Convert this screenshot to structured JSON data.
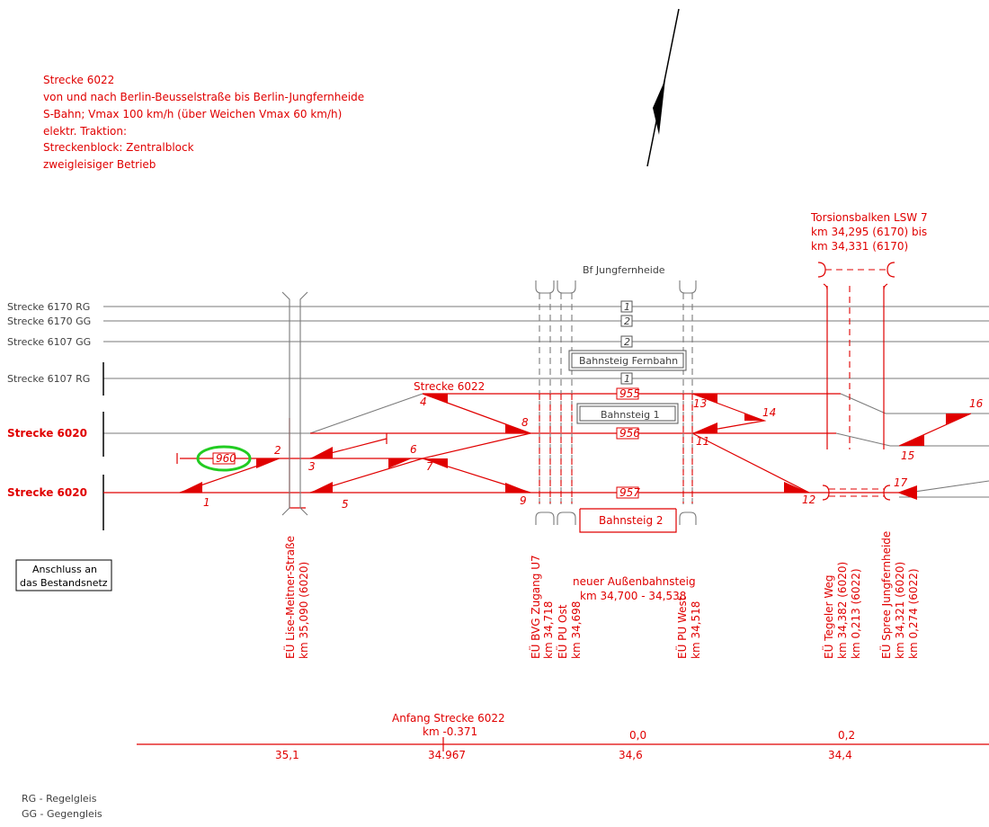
{
  "header": {
    "lines": [
      "Strecke 6022",
      "von und nach Berlin-Beusselstraße bis Berlin-Jungfernheide",
      "S-Bahn; Vmax 100 km/h (über Weichen Vmax 60 km/h)",
      "elektr. Traktion:",
      "Streckenblock: Zentralblock",
      "zweigleisiger Betrieb"
    ]
  },
  "track_labels": {
    "s6170rg": "Strecke 6170 RG",
    "s6170gg": "Strecke 6170 GG",
    "s6107gg": "Strecke 6107 GG",
    "s6107rg": "Strecke 6107 RG",
    "s6020a": "Strecke 6020",
    "s6020b": "Strecke 6020",
    "s6022": "Strecke 6022"
  },
  "station": "Bf Jungfernheide",
  "platforms": {
    "fernbahn": "Bahnsteig Fernbahn",
    "p1": "Bahnsteig 1",
    "p2": "Bahnsteig 2"
  },
  "track_numbers": [
    "1",
    "2",
    "2",
    "1",
    "955",
    "956",
    "957",
    "960"
  ],
  "switch_numbers": [
    "1",
    "2",
    "3",
    "4",
    "5",
    "6",
    "7",
    "8",
    "9",
    "11",
    "12",
    "13",
    "14",
    "15",
    "16",
    "17"
  ],
  "torsion": {
    "line1": "Torsionsbalken LSW 7",
    "line2": "km 34,295 (6170) bis",
    "line3": "km 34,331 (6170)"
  },
  "anschluss": {
    "line1": "Anschluss an",
    "line2": "das Bestandsnetz"
  },
  "bridges": {
    "lise": [
      "EÜ Lise-Meitner-Straße",
      "km 35,090 (6020)"
    ],
    "bvg": [
      "EÜ BVG Zugang U7",
      "km 34,718"
    ],
    "pu_ost": [
      "EÜ PU Ost",
      "km 34,698"
    ],
    "pu_west": [
      "EÜ PU West",
      "km 34,518"
    ],
    "tegeler": [
      "EÜ Tegeler Weg",
      "km 34,382 (6020)",
      "km 0,213 (6022)"
    ],
    "spree": [
      "EÜ Spree Jungfernheide",
      "km 34,321 (6020)",
      "km 0,274 (6022)"
    ]
  },
  "aussenbahnsteig": {
    "line1": "neuer Außenbahnsteig",
    "line2": "km 34,700 - 34,538"
  },
  "km_scale": {
    "anfang_line1": "Anfang Strecke 6022",
    "anfang_line2": "km -0.371",
    "top": [
      "0,0",
      "0,2"
    ],
    "bottom": [
      "35,1",
      "34.967",
      "34,6",
      "34,4"
    ]
  },
  "legend": [
    "RG - Regelgleis",
    "GG - Gegengleis"
  ],
  "colors": {
    "line_red": "#e00000",
    "line_gray": "#7a7a7a",
    "highlight": "#22cc22"
  }
}
